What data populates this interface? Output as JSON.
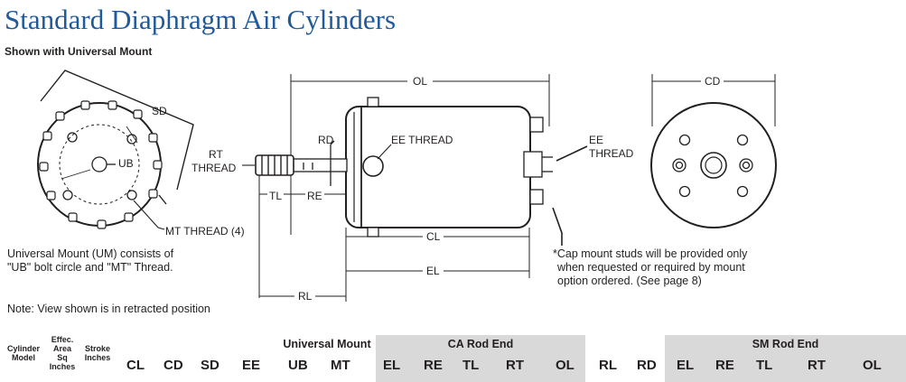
{
  "title": "Standard Diaphragm Air Cylinders",
  "subtitle": "Shown with Universal Mount",
  "labels": {
    "sd": "SD",
    "ub": "UB",
    "mt_thread": "MT THREAD (4)",
    "rt_thread_1": "RT",
    "rt_thread_2": "THREAD",
    "rd": "RD",
    "ee_thread_mid": "EE THREAD",
    "ee_1": "EE",
    "ee_2": "THREAD",
    "tl": "TL",
    "re": "RE",
    "cl": "CL",
    "el": "EL",
    "rl": "RL",
    "ol": "OL",
    "cd": "CD"
  },
  "notes": {
    "um_1": "Universal Mount (UM) consists of",
    "um_2": "\"UB\" bolt circle and \"MT\" Thread.",
    "view": "Note: View shown is in retracted position",
    "cap_1": "*Cap mount studs will be provided only",
    "cap_2": "when requested or required by mount",
    "cap_3": "option ordered. (See page 8)"
  },
  "table": {
    "cylinder_model_1": "Cylinder",
    "cylinder_model_2": "Model",
    "effec_1": "Effec.",
    "effec_2": "Area",
    "effec_3": "Sq",
    "effec_4": "Inches",
    "stroke_1": "Stroke",
    "stroke_2": "Inches",
    "groups": {
      "universal_mount": "Universal Mount",
      "ca_rod_end": "CA Rod End",
      "sm_rod_end": "SM Rod End"
    },
    "columns": [
      "CL",
      "CD",
      "SD",
      "EE",
      "UB",
      "MT",
      "EL",
      "RE",
      "TL",
      "RT",
      "OL",
      "RL",
      "RD",
      "EL",
      "RE",
      "TL",
      "RT",
      "OL"
    ]
  },
  "colors": {
    "title": "#1f5a9c",
    "group_shade": "#d9d9d9",
    "line": "#231f20"
  }
}
